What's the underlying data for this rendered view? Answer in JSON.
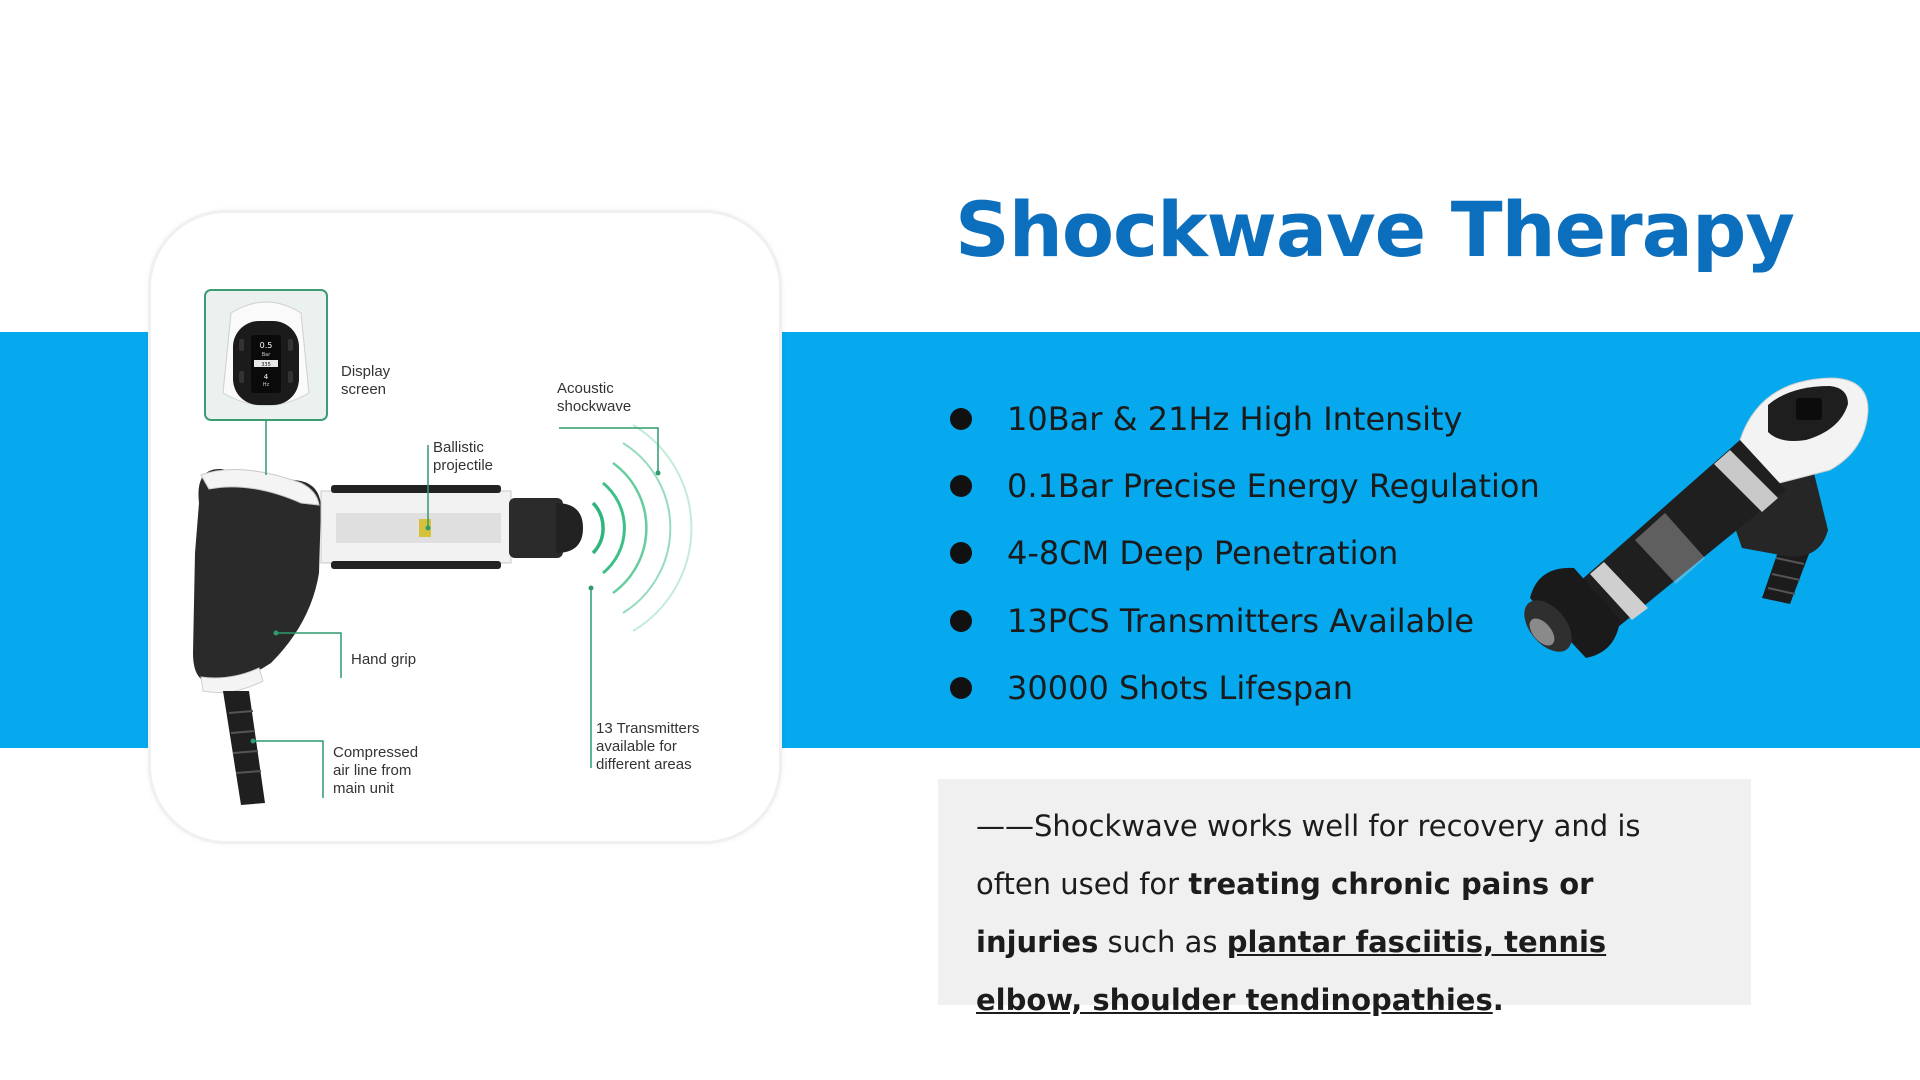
{
  "title": "Shockwave Therapy",
  "colors": {
    "band": "#06a9ee",
    "title": "#0b6fbd",
    "leader_lines": "#2e9a6e",
    "wave": "#2fb47c"
  },
  "diagram": {
    "labels": {
      "display_screen_1": "Display",
      "display_screen_2": "screen",
      "acoustic_1": "Acoustic",
      "acoustic_2": "shockwave",
      "ballistic_1": "Ballistic",
      "ballistic_2": "projectile",
      "hand_grip": "Hand grip",
      "air_1": "Compressed",
      "air_2": "air line from",
      "air_3": "main unit",
      "trans_1": "13 Transmitters",
      "trans_2": "available for",
      "trans_3": "different areas"
    },
    "screen_readout": {
      "bar": "0.5",
      "bar_unit": "Bar",
      "count": "335",
      "hz": "4",
      "hz_unit": "Hz"
    }
  },
  "features": [
    "10Bar & 21Hz High Intensity",
    "0.1Bar Precise Energy Regulation",
    "4-8CM Deep Penetration",
    "13PCS Transmitters Available",
    "30000 Shots Lifespan"
  ],
  "quote": {
    "part1": "——Shockwave works well for recovery and is often used for ",
    "bold": "treating chronic pains or injuries",
    "part2": " such as ",
    "underlined": "plantar fasciitis, tennis elbow, shoulder tendinopathies",
    "end": "."
  }
}
